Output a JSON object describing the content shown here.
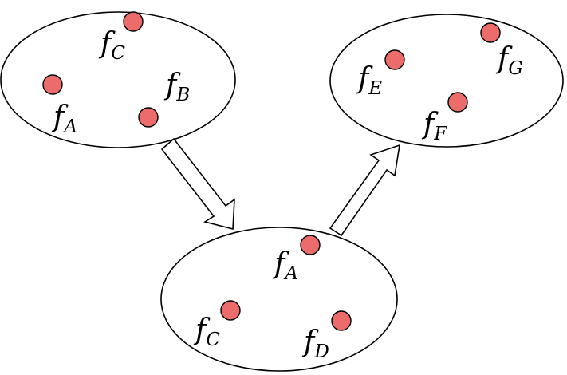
{
  "colors": {
    "point_fill": "#ec6b6b",
    "stroke": "#000000",
    "background": "#ffffff"
  },
  "arrows": [
    {
      "from": "top-left-set",
      "to": "bottom-set"
    },
    {
      "from": "bottom-set",
      "to": "top-right-set"
    }
  ],
  "sets": [
    {
      "id": "top-left-set",
      "points": [
        {
          "label": "f",
          "sub": "C"
        },
        {
          "label": "f",
          "sub": "A"
        },
        {
          "label": "f",
          "sub": "B"
        }
      ]
    },
    {
      "id": "top-right-set",
      "points": [
        {
          "label": "f",
          "sub": "E"
        },
        {
          "label": "f",
          "sub": "G"
        },
        {
          "label": "f",
          "sub": "F"
        }
      ]
    },
    {
      "id": "bottom-set",
      "points": [
        {
          "label": "f",
          "sub": "A"
        },
        {
          "label": "f",
          "sub": "C"
        },
        {
          "label": "f",
          "sub": "D"
        }
      ]
    }
  ]
}
